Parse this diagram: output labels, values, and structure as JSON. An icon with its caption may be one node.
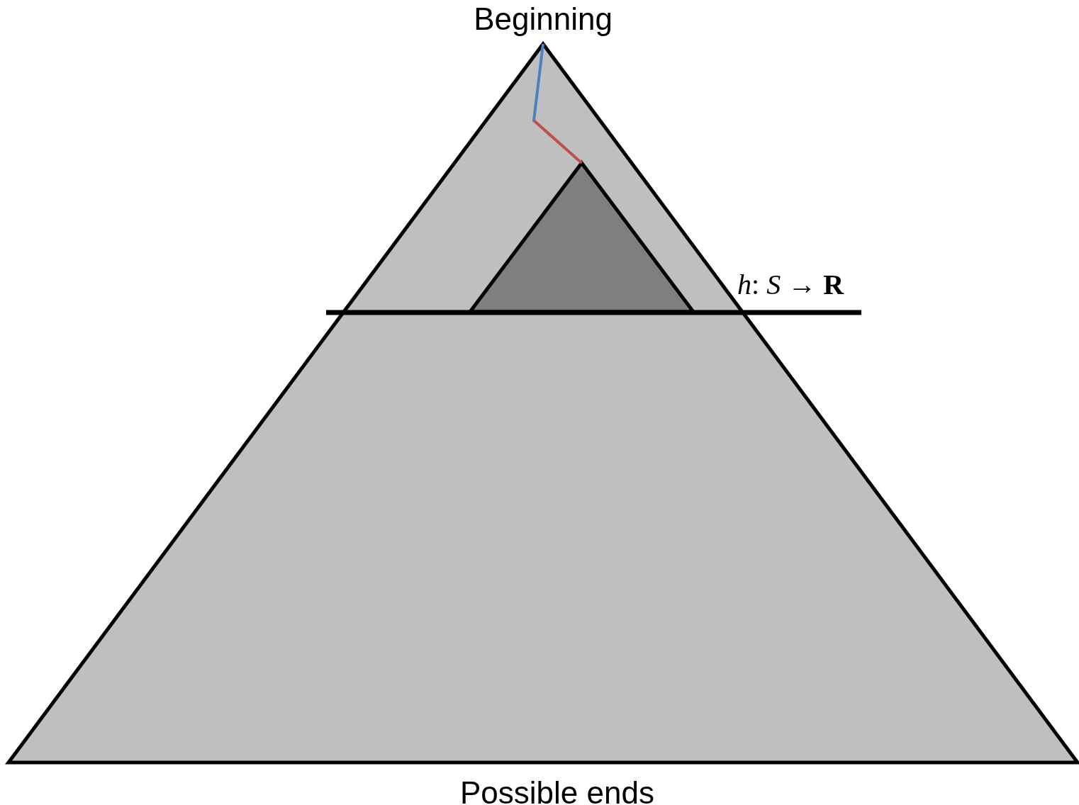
{
  "diagram": {
    "nodes": [
      {
        "text": [
          "Beginning",
          "Possible ends"
        ]
      },
      {
        "text": [],
        "shape": "triangle",
        "in": 0
      },
      {
        "text": [],
        "shape": "point",
        "in": 0
      }
    ],
    "edges": [
      {
        "from": 0,
        "to": 2,
        "arrow": "none",
        "color": "#4f81bd"
      },
      {
        "from": 2,
        "to": 1,
        "arrow": "none",
        "color": "#c0504d"
      }
    ],
    "labels": [
      "*h*: *S* → **R**"
    ]
  }
}
